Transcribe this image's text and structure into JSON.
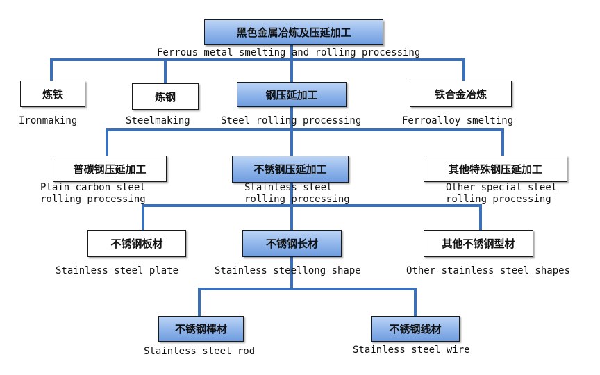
{
  "colors": {
    "connector": "#3b6fb6",
    "highlight": "#8eb4ea"
  },
  "root": {
    "zh": "黑色金属冶炼及压延加工",
    "en": "Ferrous metal smelting and rolling processing"
  },
  "level1": [
    {
      "zh": "炼铁",
      "en": "Ironmaking"
    },
    {
      "zh": "炼钢",
      "en": "Steelmaking"
    },
    {
      "zh": "钢压延加工",
      "en": "Steel rolling processing"
    },
    {
      "zh": "铁合金冶炼",
      "en": "Ferroalloy smelting"
    }
  ],
  "level2": [
    {
      "zh": "普碳钢压延加工",
      "en1": "Plain carbon steel",
      "en2": "rolling processing"
    },
    {
      "zh": "不锈钢压延加工",
      "en1": "Stainless steel",
      "en2": "rolling processing"
    },
    {
      "zh": "其他特殊钢压延加工",
      "en1": "Other special steel",
      "en2": "rolling processing"
    }
  ],
  "level3": [
    {
      "zh": "不锈钢板材",
      "en": "Stainless steel plate"
    },
    {
      "zh": "不锈钢长材",
      "en": "Stainless steellong shape"
    },
    {
      "zh": "其他不锈钢型材",
      "en": "Other stainless steel shapes"
    }
  ],
  "level4": [
    {
      "zh": "不锈钢棒材",
      "en": "Stainless steel rod"
    },
    {
      "zh": "不锈钢线材",
      "en": "Stainless steel wire"
    }
  ]
}
